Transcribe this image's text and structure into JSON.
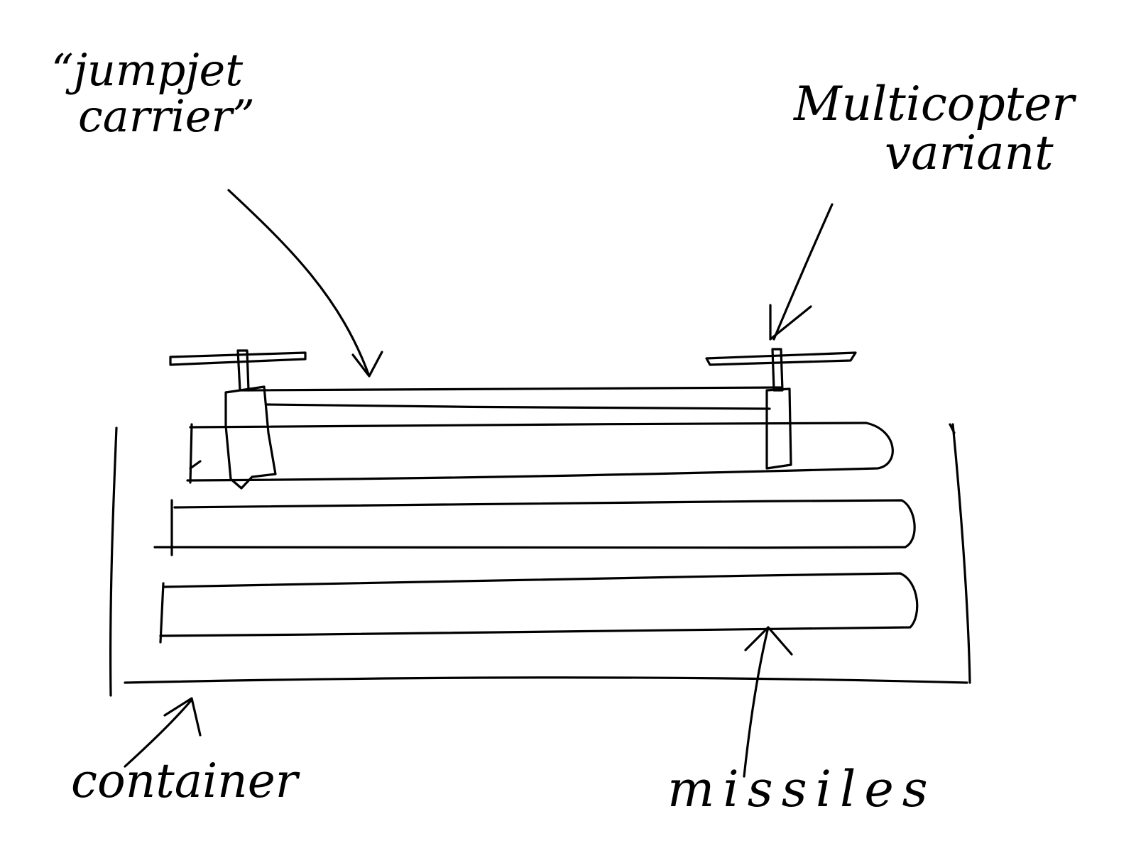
{
  "labels": {
    "jumpjet_line1": "“jumpjet",
    "jumpjet_line2": "carrier”",
    "multicopter_line1": "Multicopter",
    "multicopter_line2": "variant",
    "container": "container",
    "missiles": "missiles"
  },
  "ink_color": "#000000",
  "background_color": "#ffffff"
}
